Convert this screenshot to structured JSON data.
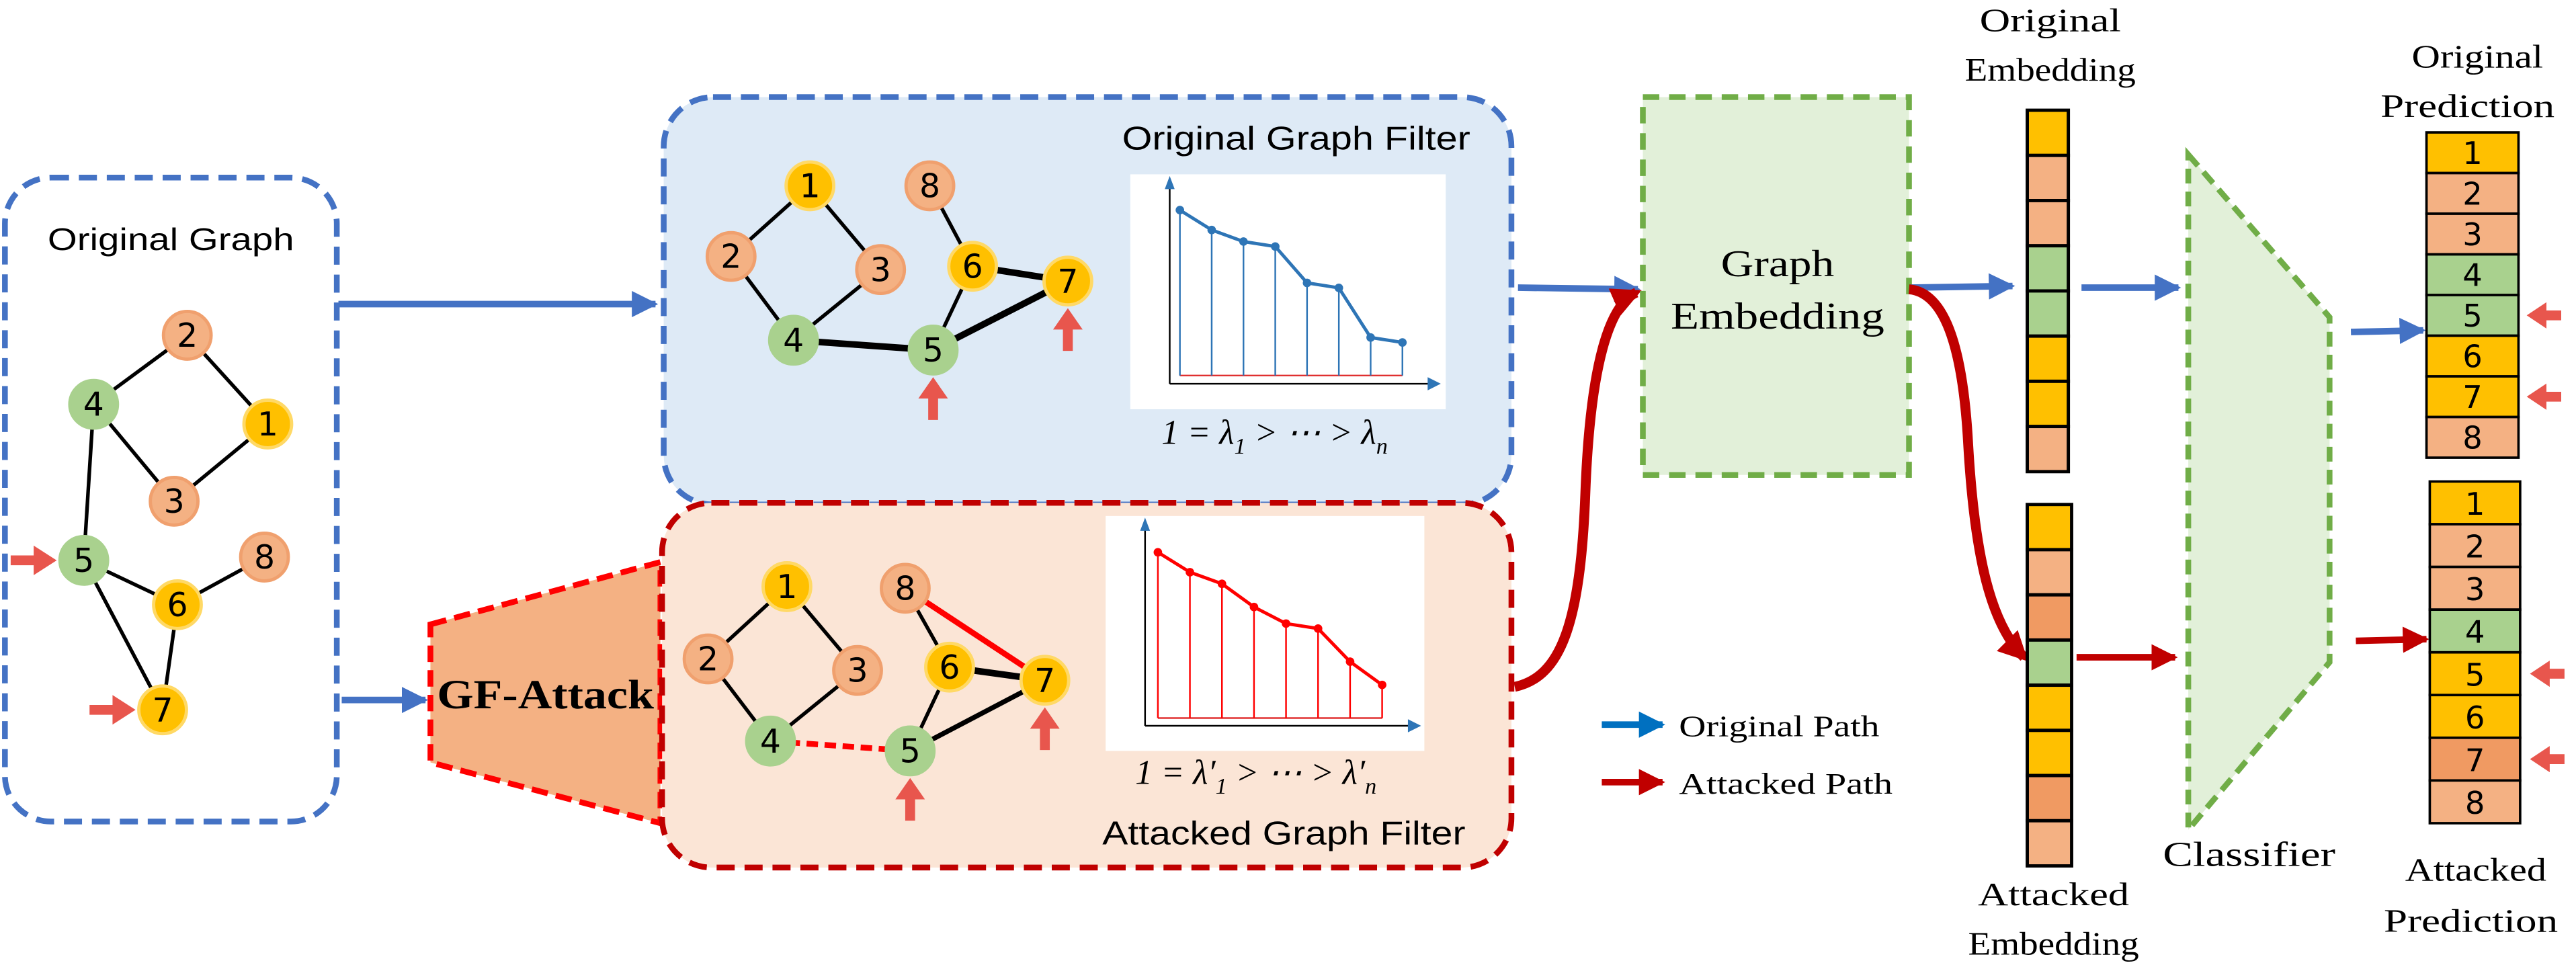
{
  "colors": {
    "yellow": "#FFC000",
    "orange": "#F4B183",
    "dark_orange": "#F09A62",
    "green": "#A9D18E",
    "blue": "#4472C4",
    "legend_blue": "#0070C0",
    "red": "#C00000",
    "bright_red": "#FF0000",
    "attack_marker": "#E8564D",
    "filter_blue_fill": "#DEEAF6",
    "filter_red_fill": "#FBE5D6",
    "embed_fill": "#E2F0D9",
    "embed_border": "#70AD47",
    "gf_fill": "#F4B183",
    "spectrum_blue": "#2E75B6"
  },
  "original_graph": {
    "title": "Original Graph",
    "nodes": [
      {
        "id": "1",
        "color": "yellow"
      },
      {
        "id": "2",
        "color": "orange"
      },
      {
        "id": "3",
        "color": "orange"
      },
      {
        "id": "4",
        "color": "green"
      },
      {
        "id": "5",
        "color": "green"
      },
      {
        "id": "6",
        "color": "yellow"
      },
      {
        "id": "7",
        "color": "yellow"
      },
      {
        "id": "8",
        "color": "orange"
      }
    ],
    "edges": [
      [
        "2",
        "4",
        "normal"
      ],
      [
        "2",
        "1",
        "normal"
      ],
      [
        "4",
        "3",
        "normal"
      ],
      [
        "3",
        "1",
        "normal"
      ],
      [
        "4",
        "5",
        "normal"
      ],
      [
        "5",
        "6",
        "normal"
      ],
      [
        "6",
        "8",
        "normal"
      ],
      [
        "5",
        "7",
        "normal"
      ],
      [
        "6",
        "7",
        "normal"
      ]
    ],
    "targeted_nodes": [
      "5",
      "7"
    ]
  },
  "original_filter": {
    "title": "Original Graph Filter",
    "formula": {
      "lhs": "1 = λ",
      "sub1": "1",
      "mid": " > ⋯ > λ",
      "subn": "n"
    },
    "nodes": [
      {
        "id": "1",
        "color": "yellow"
      },
      {
        "id": "2",
        "color": "orange"
      },
      {
        "id": "3",
        "color": "orange"
      },
      {
        "id": "4",
        "color": "green"
      },
      {
        "id": "5",
        "color": "green"
      },
      {
        "id": "6",
        "color": "yellow"
      },
      {
        "id": "7",
        "color": "yellow"
      },
      {
        "id": "8",
        "color": "orange"
      }
    ],
    "edges": [
      [
        "1",
        "2",
        "normal"
      ],
      [
        "1",
        "3",
        "normal"
      ],
      [
        "2",
        "4",
        "normal"
      ],
      [
        "3",
        "4",
        "normal"
      ],
      [
        "8",
        "6",
        "normal"
      ],
      [
        "6",
        "7",
        "thick"
      ],
      [
        "6",
        "5",
        "normal"
      ],
      [
        "5",
        "7",
        "thick"
      ],
      [
        "4",
        "5",
        "thick"
      ]
    ],
    "targeted_nodes": [
      "5",
      "7"
    ],
    "spectrum": [
      1.0,
      0.88,
      0.81,
      0.78,
      0.56,
      0.53,
      0.23,
      0.2
    ]
  },
  "attacked_filter": {
    "title": "Attacked Graph Filter",
    "formula": {
      "lhs": "1 = λ′",
      "sub1": "1",
      "mid": " > ⋯ > λ′",
      "subn": "n"
    },
    "nodes": [
      {
        "id": "1",
        "color": "yellow"
      },
      {
        "id": "2",
        "color": "orange"
      },
      {
        "id": "3",
        "color": "orange"
      },
      {
        "id": "4",
        "color": "green"
      },
      {
        "id": "5",
        "color": "green"
      },
      {
        "id": "6",
        "color": "yellow"
      },
      {
        "id": "7",
        "color": "yellow"
      },
      {
        "id": "8",
        "color": "orange"
      }
    ],
    "edges": [
      [
        "1",
        "2",
        "normal"
      ],
      [
        "1",
        "3",
        "normal"
      ],
      [
        "2",
        "4",
        "normal"
      ],
      [
        "3",
        "4",
        "normal"
      ],
      [
        "8",
        "6",
        "normal"
      ],
      [
        "8",
        "7",
        "added"
      ],
      [
        "6",
        "7",
        "thick"
      ],
      [
        "6",
        "5",
        "normal"
      ],
      [
        "5",
        "7",
        "medium"
      ],
      [
        "4",
        "5",
        "removed"
      ]
    ],
    "targeted_nodes": [
      "5",
      "7"
    ],
    "spectrum": [
      1.0,
      0.88,
      0.81,
      0.67,
      0.57,
      0.54,
      0.34,
      0.2
    ]
  },
  "gf_attack": {
    "label": "GF-Attack"
  },
  "graph_embedding": {
    "line1": "Graph",
    "line2": "Embedding"
  },
  "legend": {
    "original": "Original Path",
    "attacked": "Attacked Path"
  },
  "original_embedding": {
    "label_line1": "Original",
    "label_line2": "Embedding",
    "cells": [
      "yellow",
      "orange",
      "orange",
      "green",
      "green",
      "yellow",
      "yellow",
      "orange"
    ]
  },
  "attacked_embedding": {
    "label_line1": "Attacked",
    "label_line2": "Embedding",
    "cells": [
      "yellow",
      "orange",
      "dark_orange",
      "green",
      "yellow",
      "yellow",
      "dark_orange",
      "orange"
    ]
  },
  "classifier": {
    "label": "Classifier"
  },
  "original_prediction": {
    "label_line1": "Original",
    "label_line2": "Prediction",
    "rows": [
      {
        "label": "1",
        "color": "yellow"
      },
      {
        "label": "2",
        "color": "orange"
      },
      {
        "label": "3",
        "color": "orange"
      },
      {
        "label": "4",
        "color": "green"
      },
      {
        "label": "5",
        "color": "green"
      },
      {
        "label": "6",
        "color": "yellow"
      },
      {
        "label": "7",
        "color": "yellow"
      },
      {
        "label": "8",
        "color": "orange"
      }
    ],
    "marked_rows": [
      "5",
      "7"
    ]
  },
  "attacked_prediction": {
    "label_line1": "Attacked",
    "label_line2": "Prediction",
    "rows": [
      {
        "label": "1",
        "color": "yellow"
      },
      {
        "label": "2",
        "color": "orange"
      },
      {
        "label": "3",
        "color": "orange"
      },
      {
        "label": "4",
        "color": "green"
      },
      {
        "label": "5",
        "color": "yellow"
      },
      {
        "label": "6",
        "color": "yellow"
      },
      {
        "label": "7",
        "color": "dark_orange"
      },
      {
        "label": "8",
        "color": "orange"
      }
    ],
    "marked_rows": [
      "5",
      "7"
    ]
  }
}
